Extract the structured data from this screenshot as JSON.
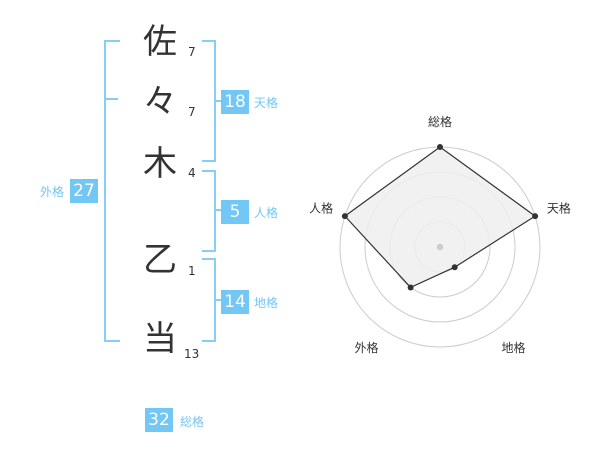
{
  "name": {
    "chars": [
      {
        "char": "佐",
        "strokes": "7"
      },
      {
        "char": "々",
        "strokes": "7"
      },
      {
        "char": "木",
        "strokes": "4"
      },
      {
        "char": "乙",
        "strokes": "1"
      },
      {
        "char": "当",
        "strokes": "13"
      }
    ]
  },
  "grids": {
    "tenkaku": {
      "value": "18",
      "label": "天格"
    },
    "jinkaku": {
      "value": "5",
      "label": "人格"
    },
    "chikaku": {
      "value": "14",
      "label": "地格"
    },
    "gaikaku": {
      "value": "27",
      "label": "外格"
    },
    "soukaku": {
      "value": "32",
      "label": "総格"
    }
  },
  "radar": {
    "axes": [
      "総格",
      "天格",
      "地格",
      "外格",
      "人格"
    ],
    "values": [
      4,
      4,
      1,
      2,
      4
    ],
    "max": 4,
    "colors": {
      "fill": "#eeeeee",
      "stroke": "#333333",
      "ring": "#cccccc",
      "center": "#cccccc"
    }
  },
  "colors": {
    "accent": "#73c7f4",
    "bracket": "#87cef5"
  }
}
